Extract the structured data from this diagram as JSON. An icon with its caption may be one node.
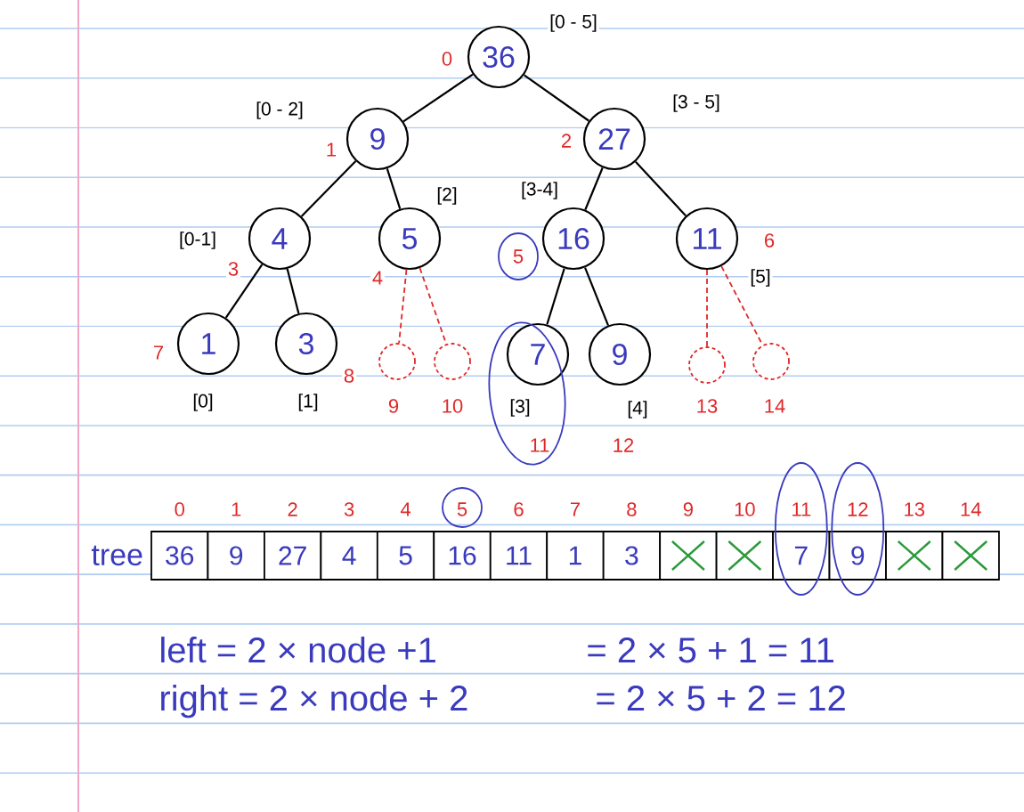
{
  "diagram": {
    "nodes": [
      {
        "text": [
          "36"
        ],
        "beside": [
          "0",
          "[0 - 5]"
        ]
      },
      {
        "text": [
          "9"
        ],
        "beside": [
          "1",
          "[0 - 2]"
        ]
      },
      {
        "text": [
          "27"
        ],
        "beside": [
          "2",
          "[3 - 5]"
        ]
      },
      {
        "text": [
          "4"
        ],
        "beside": [
          "3",
          "[0-1]"
        ]
      },
      {
        "text": [
          "5"
        ],
        "beside": [
          "4",
          "[2]"
        ]
      },
      {
        "text": [
          "16"
        ],
        "beside": [
          "5",
          "[3-4]"
        ]
      },
      {
        "text": [
          "11"
        ],
        "beside": [
          "6",
          "[5]"
        ]
      },
      {
        "text": [
          "1"
        ],
        "beside": [
          "7",
          "[0]"
        ]
      },
      {
        "text": [
          "3"
        ],
        "beside": [
          "8",
          "[1]"
        ]
      },
      {
        "text": [],
        "shape": "circle",
        "beside": [
          "9"
        ]
      },
      {
        "text": [],
        "shape": "circle",
        "beside": [
          "10"
        ]
      },
      {
        "text": [
          "7"
        ],
        "beside": [
          "11",
          "[3]"
        ]
      },
      {
        "text": [
          "9"
        ],
        "beside": [
          "12",
          "[4]"
        ]
      },
      {
        "text": [],
        "shape": "circle",
        "beside": [
          "13"
        ]
      },
      {
        "text": [],
        "shape": "circle",
        "beside": [
          "14"
        ]
      },
      {
        "text": [
          "36"
        ],
        "beside": [
          "0"
        ]
      },
      {
        "text": [
          "9"
        ],
        "beside": [
          "1"
        ]
      },
      {
        "text": [
          "27"
        ],
        "beside": [
          "2"
        ]
      },
      {
        "text": [
          "4"
        ],
        "beside": [
          "3"
        ]
      },
      {
        "text": [
          "5"
        ],
        "beside": [
          "4"
        ]
      },
      {
        "text": [
          "16"
        ],
        "beside": [
          "5"
        ]
      },
      {
        "text": [
          "11"
        ],
        "beside": [
          "6"
        ]
      },
      {
        "text": [
          "1"
        ],
        "beside": [
          "7"
        ]
      },
      {
        "text": [
          "3"
        ],
        "beside": [
          "8"
        ]
      },
      {
        "text": [],
        "shape": "box",
        "beside": [
          "9"
        ]
      },
      {
        "text": [],
        "shape": "box",
        "beside": [
          "10"
        ]
      },
      {
        "text": [
          "7"
        ],
        "beside": [
          "11"
        ]
      },
      {
        "text": [
          "9"
        ],
        "beside": [
          "12"
        ]
      },
      {
        "text": [],
        "shape": "box",
        "beside": [
          "13"
        ]
      },
      {
        "text": [],
        "shape": "box",
        "beside": [
          "14"
        ]
      }
    ],
    "edges": [
      {
        "from": 0,
        "to": 1,
        "arrow": "none"
      },
      {
        "from": 0,
        "to": 2,
        "arrow": "none"
      },
      {
        "from": 1,
        "to": 3,
        "arrow": "none"
      },
      {
        "from": 1,
        "to": 4,
        "arrow": "none"
      },
      {
        "from": 2,
        "to": 5,
        "arrow": "none"
      },
      {
        "from": 2,
        "to": 6,
        "arrow": "none"
      },
      {
        "from": 3,
        "to": 7,
        "arrow": "none"
      },
      {
        "from": 3,
        "to": 8,
        "arrow": "none"
      },
      {
        "from": 4,
        "to": 9,
        "arrow": "none",
        "style": "dashed",
        "color": "#e02828"
      },
      {
        "from": 4,
        "to": 10,
        "arrow": "none",
        "style": "dashed",
        "color": "#e02828"
      },
      {
        "from": 5,
        "to": 11,
        "arrow": "none"
      },
      {
        "from": 5,
        "to": 12,
        "arrow": "none"
      },
      {
        "from": 6,
        "to": 13,
        "arrow": "none",
        "style": "dashed",
        "color": "#e02828"
      },
      {
        "from": 6,
        "to": 14,
        "arrow": "none",
        "style": "dashed",
        "color": "#e02828"
      }
    ],
    "labels": [
      "tree",
      "left = 2 × node +1",
      "= 2 × 5 + 1 = 11",
      "right = 2 × node + 2",
      "= 2 × 5 + 2 = 12"
    ]
  }
}
